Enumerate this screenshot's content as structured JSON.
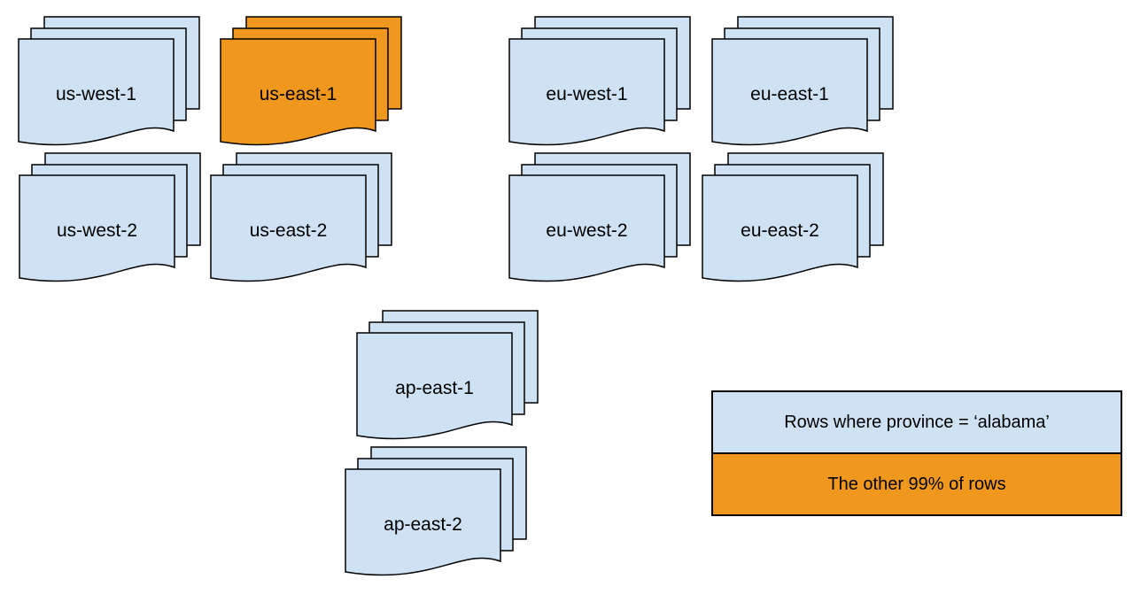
{
  "colors": {
    "doc-blue": "#cfe2f3",
    "doc-orange": "#f0981e",
    "outline": "#000000",
    "text-color": "#000000",
    "background": "#ffffff"
  },
  "stacks": [
    {
      "label": "us-west-1",
      "highlighted": false
    },
    {
      "label": "us-east-1",
      "highlighted": true
    },
    {
      "label": "eu-west-1",
      "highlighted": false
    },
    {
      "label": "eu-east-1",
      "highlighted": false
    },
    {
      "label": "us-west-2",
      "highlighted": false
    },
    {
      "label": "us-east-2",
      "highlighted": false
    },
    {
      "label": "eu-west-2",
      "highlighted": false
    },
    {
      "label": "eu-east-2",
      "highlighted": false
    },
    {
      "label": "ap-east-1",
      "highlighted": false
    },
    {
      "label": "ap-east-2",
      "highlighted": false
    }
  ],
  "legend": {
    "rows": [
      {
        "label": "Rows where province = ‘alabama’",
        "color": "#cfe2f3"
      },
      {
        "label": "The other 99% of rows",
        "color": "#f0981e"
      }
    ]
  }
}
